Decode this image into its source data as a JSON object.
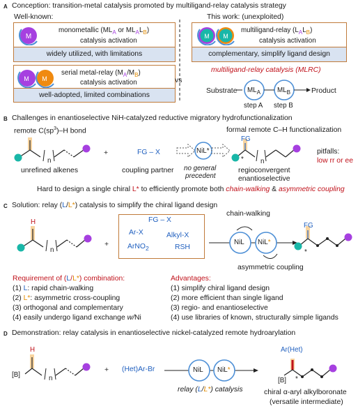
{
  "A": {
    "letter": "A",
    "heading": "Conception: transition-metal catalysis promoted by multiligand-relay catalysis strategy",
    "well_known": "Well-known:",
    "this_work": "This work: (unexploited)",
    "mono_title": "monometallic (ML",
    "mono_sub_a": "A",
    "mono_or": " or ML",
    "mono_sub_ab": "A",
    "mono_sub_b": "L",
    "mono_sub_bb": "B",
    "mono_close": ")",
    "mono_line2": "catalysis activation",
    "mono_band": "widely utilized, with limitations",
    "serial_title": "serial metal-relay (M",
    "serial_a": "A",
    "serial_slash": "/M",
    "serial_b": "B",
    "serial_close": ")",
    "serial_line2": "catalysis activation",
    "serial_band": "well-adopted, limited combinations",
    "vs": "vs",
    "multi_title": "multiligand-relay (L",
    "multi_a": "A",
    "multi_l": "L",
    "multi_b": "B",
    "multi_close": ")",
    "multi_line2": "catalysis activation",
    "multi_band": "complementary, simplify ligand design",
    "mlrc": "multiligand-relay catalysis (MLRC)",
    "substrate": "Substrate",
    "product": "Product",
    "ml_a": "ML",
    "ml_a_sub": "A",
    "ml_b": "ML",
    "ml_b_sub": "B",
    "step_a": "step A",
    "step_b": "step B",
    "icon_m": "M",
    "icon_ma": "M",
    "icon_ma_sub": "A",
    "icon_mb": "M",
    "icon_mb_sub": "B"
  },
  "B": {
    "letter": "B",
    "heading": "Challenges in enantioselective NiH-catalyzed reductive migratory hydrofunctionalization",
    "remote_bond": "remote C(sp",
    "remote_bond_sup": "3",
    "remote_bond_end": ")–H bond",
    "formal_remote": "formal remote C–H functionalization",
    "fg_x": "FG – X",
    "nil_star": "NiL*",
    "fg": "FG",
    "n_sub": "n",
    "plus": "+",
    "unrefined": "unrefined alkenes",
    "coupling_partner": "coupling partner",
    "no_general": "no general",
    "precedent": "precedent",
    "regioconvergent": "regioconvergent",
    "enantioselective": "enantioselective",
    "pitfalls": "pitfalls:",
    "pitfalls_red": "low rr or ee",
    "hard_pre": "Hard to design a single chiral ",
    "hard_l": "L*",
    "hard_mid": " to efficiently promote both ",
    "hard_cw": "chain-walking",
    "hard_amp": " & ",
    "hard_ac": "asymmetric coupling",
    "star": "*"
  },
  "C": {
    "letter": "C",
    "heading_pre": "Solution: relay (",
    "heading_l": "L",
    "heading_slash": "/",
    "heading_lstar": "L*",
    "heading_post": ") catalysis to simplify the chiral ligand design",
    "h": "H",
    "n_sub": "n",
    "plus": "+",
    "fgx": "FG – X",
    "arx": "Ar-X",
    "alkylx": "Alkyl-X",
    "arno2": "ArNO",
    "arno2_sub": "2",
    "rsh": "RSH",
    "chain_walking": "chain-walking",
    "asym": "asymmetric coupling",
    "nil": "NiL",
    "nil_star": "NiL*",
    "fg": "FG",
    "star": "*",
    "req_title_pre": "Requirement of (",
    "req_l": "L",
    "req_slash": "/",
    "req_lstar": "L*",
    "req_post": ") combination:",
    "req1_pre": "(1) ",
    "req1_l": "L",
    "req1_post": ": rapid chain-walking",
    "req2_pre": "(2) ",
    "req2_l": "L*",
    "req2_post": ": asymmetric cross-coupling",
    "req3": "(3) orthogonal and complementary",
    "req4_pre": "(4) easily undergo ligand exchange ",
    "req4_w": "w/",
    "req4_post": "Ni",
    "adv_title": "Advantages:",
    "adv1": "(1) simplify chiral ligand design",
    "adv2": "(2) more efficient than single ligand",
    "adv3": "(3) regio- and enantioselective",
    "adv4": "(4) use libraries of known, structurally simple ligands"
  },
  "D": {
    "letter": "D",
    "heading": "Demonstration: relay catalysis in enantioselective nickel-catalyzed remote hydroarylation",
    "h": "H",
    "b": "[B]",
    "n_sub": "n",
    "plus": "+",
    "het_arbr": "(Het)Ar-Br",
    "nil": "NiL",
    "nil_star": "NiL*",
    "relay_pre": "relay (",
    "relay_l": "L",
    "relay_slash": "/",
    "relay_lstar": "L*",
    "relay_post": ") catalysis",
    "ar_het": "Ar(Het)",
    "product_b": "[B]",
    "star": "*",
    "chiral": "chiral α-aryl alkylboronate",
    "versatile": "(versatile intermediate)"
  },
  "colors": {
    "box_border": "#c07a3a",
    "band": "#d9e3f1",
    "purple": "#a640e0",
    "orange": "#f08a10",
    "teal": "#19b7a8",
    "blue_ring": "#4d8fd6",
    "red": "#c0121b",
    "blue_text": "#1f5fbf"
  }
}
